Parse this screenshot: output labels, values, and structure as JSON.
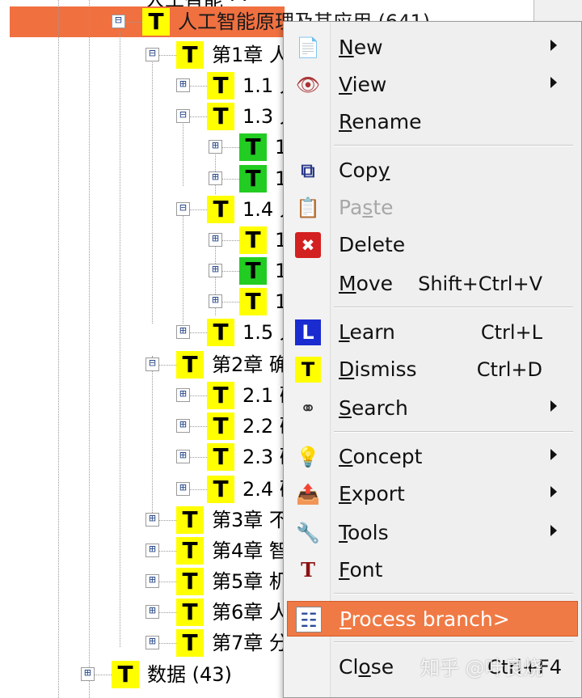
{
  "tree": {
    "top_cut_label": "人工智能 · ·",
    "nodes": [
      {
        "label": "人工智能原理及其应用 (641)",
        "expander": "⊟",
        "green": false
      },
      {
        "label": "第1章 人",
        "expander": "⊟",
        "green": false
      },
      {
        "label": "1.1 人",
        "expander": "⊞",
        "green": false
      },
      {
        "label": "1.3 人",
        "expander": "⊟",
        "green": false
      },
      {
        "label": "1",
        "expander": "⊞",
        "green": true
      },
      {
        "label": "1",
        "expander": "⊞",
        "green": true
      },
      {
        "label": "1.4 人",
        "expander": "⊟",
        "green": false
      },
      {
        "label": "1",
        "expander": "⊞",
        "green": false
      },
      {
        "label": "1",
        "expander": "⊞",
        "green": true
      },
      {
        "label": "1",
        "expander": "⊞",
        "green": false
      },
      {
        "label": "1.5 人",
        "expander": "⊞",
        "green": false
      },
      {
        "label": "第2章 确",
        "expander": "⊟",
        "green": false
      },
      {
        "label": "2.1 确",
        "expander": "⊞",
        "green": false
      },
      {
        "label": "2.2 确",
        "expander": "⊞",
        "green": false
      },
      {
        "label": "2.3 确",
        "expander": "⊞",
        "green": false
      },
      {
        "label": "2.4 确",
        "expander": "⊞",
        "green": false
      },
      {
        "label": "第3章 不",
        "expander": "⊞",
        "green": false
      },
      {
        "label": "第4章 智",
        "expander": "⊞",
        "green": false
      },
      {
        "label": "第5章 机",
        "expander": "⊞",
        "green": false
      },
      {
        "label": "第6章 人",
        "expander": "⊞",
        "green": false
      },
      {
        "label": "第7章 分",
        "expander": "⊞",
        "green": false
      },
      {
        "label": "数据 (43)",
        "expander": "⊞",
        "green": false
      }
    ],
    "icon_glyph": "T"
  },
  "menu": {
    "items": [
      {
        "pre": "",
        "ak": "N",
        "post": "ew",
        "shortcut": "",
        "submenu": true,
        "icon": "new-icon",
        "glyph": "📄",
        "disabled": false,
        "highlighted": false
      },
      {
        "pre": "",
        "ak": "V",
        "post": "iew",
        "shortcut": "",
        "submenu": true,
        "icon": "eye-icon",
        "glyph": "👁",
        "disabled": false,
        "highlighted": false
      },
      {
        "pre": "",
        "ak": "R",
        "post": "ename",
        "shortcut": "",
        "submenu": false,
        "icon": "",
        "glyph": "",
        "disabled": false,
        "highlighted": false
      },
      {
        "pre": "Cop",
        "ak": "y",
        "post": "",
        "shortcut": "",
        "submenu": false,
        "icon": "copy-icon",
        "glyph": "⧉",
        "disabled": false,
        "highlighted": false
      },
      {
        "pre": "Pa",
        "ak": "s",
        "post": "te",
        "shortcut": "",
        "submenu": false,
        "icon": "paste-icon",
        "glyph": "📋",
        "disabled": true,
        "highlighted": false
      },
      {
        "pre": "Delete",
        "ak": "",
        "post": "",
        "shortcut": "",
        "submenu": false,
        "icon": "delete-icon",
        "glyph": "✖",
        "disabled": false,
        "highlighted": false
      },
      {
        "pre": "",
        "ak": "M",
        "post": "ove",
        "shortcut": "Shift+Ctrl+V",
        "submenu": false,
        "icon": "",
        "glyph": "",
        "disabled": false,
        "highlighted": false
      },
      {
        "pre": "",
        "ak": "L",
        "post": "earn",
        "shortcut": "Ctrl+L",
        "submenu": false,
        "icon": "learn-icon",
        "glyph": "L",
        "disabled": false,
        "highlighted": false
      },
      {
        "pre": "",
        "ak": "D",
        "post": "ismiss",
        "shortcut": "Ctrl+D",
        "submenu": false,
        "icon": "dismiss-icon",
        "glyph": "T",
        "disabled": false,
        "highlighted": false
      },
      {
        "pre": "",
        "ak": "S",
        "post": "earch",
        "shortcut": "",
        "submenu": true,
        "icon": "binoculars-icon",
        "glyph": "⚭",
        "disabled": false,
        "highlighted": false
      },
      {
        "pre": "",
        "ak": "C",
        "post": "oncept",
        "shortcut": "",
        "submenu": true,
        "icon": "lightbulb-icon",
        "glyph": "💡",
        "disabled": false,
        "highlighted": false
      },
      {
        "pre": "",
        "ak": "E",
        "post": "xport",
        "shortcut": "",
        "submenu": true,
        "icon": "export-icon",
        "glyph": "📤",
        "disabled": false,
        "highlighted": false
      },
      {
        "pre": "",
        "ak": "T",
        "post": "ools",
        "shortcut": "",
        "submenu": true,
        "icon": "wrench-icon",
        "glyph": "🔧",
        "disabled": false,
        "highlighted": false
      },
      {
        "pre": "",
        "ak": "F",
        "post": "ont",
        "shortcut": "",
        "submenu": false,
        "icon": "font-icon",
        "glyph": "T",
        "disabled": false,
        "highlighted": false
      },
      {
        "pre": "",
        "ak": "P",
        "post": "rocess branch>",
        "shortcut": "",
        "submenu": false,
        "icon": "process-branch-icon",
        "glyph": "☷",
        "disabled": false,
        "highlighted": true
      },
      {
        "pre": "Cl",
        "ak": "o",
        "post": "se",
        "shortcut": "Ctrl+F4",
        "submenu": false,
        "icon": "",
        "glyph": "",
        "disabled": false,
        "highlighted": false
      }
    ]
  },
  "watermark": "知乎 @叶良烧",
  "colors": {
    "selection": "#f07040",
    "highlight": "#f07a45",
    "node_yellow": "#ffff00",
    "node_green": "#22cc22"
  }
}
